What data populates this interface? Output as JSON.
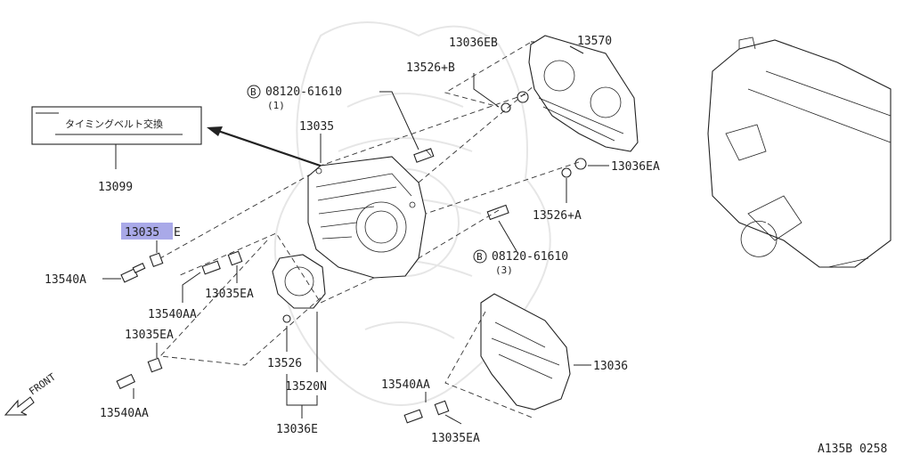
{
  "labels": {
    "p13036EB": "13036EB",
    "p13570": "13570",
    "p13526B": "13526+B",
    "bolt1_code": "08120-61610",
    "bolt1_qty": "(1)",
    "p13035": "13035",
    "p13099": "13099",
    "p13035E_a": "13035",
    "p13035E_b": "E",
    "p13036EA": "13036EA",
    "p13526A": "13526+A",
    "bolt3_code": "08120-61610",
    "bolt3_qty": "(3)",
    "p13540A": "13540A",
    "p13035EA_1": "13035EA",
    "p13540AA_1": "13540AA",
    "p13035EA_2": "13035EA",
    "p13526": "13526",
    "p13520N": "13520N",
    "p13036": "13036",
    "p13540AA_2": "13540AA",
    "p13540AA_3": "13540AA",
    "p13035EA_3": "13035EA",
    "p13036E": "13036E",
    "front": "FRONT",
    "bolt_marker": "B",
    "figure_id": "A135B 0258"
  },
  "label_box": {
    "text": "タイミングベルト交換"
  },
  "colors": {
    "highlight": "#a9a9e8",
    "line": "#222222",
    "watermark": "#e6e6e6"
  }
}
